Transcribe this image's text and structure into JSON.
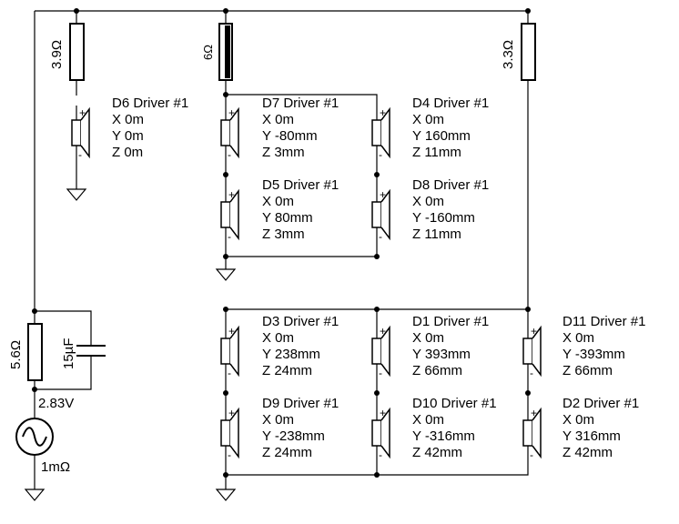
{
  "components": {
    "resistors": [
      {
        "id": "r-top-left",
        "value": "3.9Ω"
      },
      {
        "id": "r-top-mid",
        "value": "6Ω"
      },
      {
        "id": "r-top-right",
        "value": "3.3Ω"
      },
      {
        "id": "r-source",
        "value": "5.6Ω"
      }
    ],
    "capacitor": {
      "value": "15µF"
    },
    "source": {
      "voltage": "2.83V",
      "internal_resistance": "1mΩ"
    }
  },
  "drivers": [
    {
      "name": "D6 Driver #1",
      "x": "X 0m",
      "y": "Y 0m",
      "z": "Z 0m"
    },
    {
      "name": "D7 Driver #1",
      "x": "X 0m",
      "y": "Y -80mm",
      "z": "Z 3mm"
    },
    {
      "name": "D4 Driver #1",
      "x": "X 0m",
      "y": "Y 160mm",
      "z": "Z 11mm"
    },
    {
      "name": "D5 Driver #1",
      "x": "X 0m",
      "y": "Y 80mm",
      "z": "Z 3mm"
    },
    {
      "name": "D8 Driver #1",
      "x": "X 0m",
      "y": "Y -160mm",
      "z": "Z 11mm"
    },
    {
      "name": "D3 Driver #1",
      "x": "X 0m",
      "y": "Y 238mm",
      "z": "Z 24mm"
    },
    {
      "name": "D1 Driver #1",
      "x": "X 0m",
      "y": "Y 393mm",
      "z": "Z 66mm"
    },
    {
      "name": "D11 Driver #1",
      "x": "X 0m",
      "y": "Y -393mm",
      "z": "Z 66mm"
    },
    {
      "name": "D9 Driver #1",
      "x": "X 0m",
      "y": "Y -238mm",
      "z": "Z 24mm"
    },
    {
      "name": "D10 Driver #1",
      "x": "X 0m",
      "y": "Y -316mm",
      "z": "Z 42mm"
    },
    {
      "name": "D2 Driver #1",
      "x": "X 0m",
      "y": "Y 316mm",
      "z": "Z 42mm"
    }
  ],
  "symbols": {
    "plus": "+",
    "minus": "-"
  }
}
